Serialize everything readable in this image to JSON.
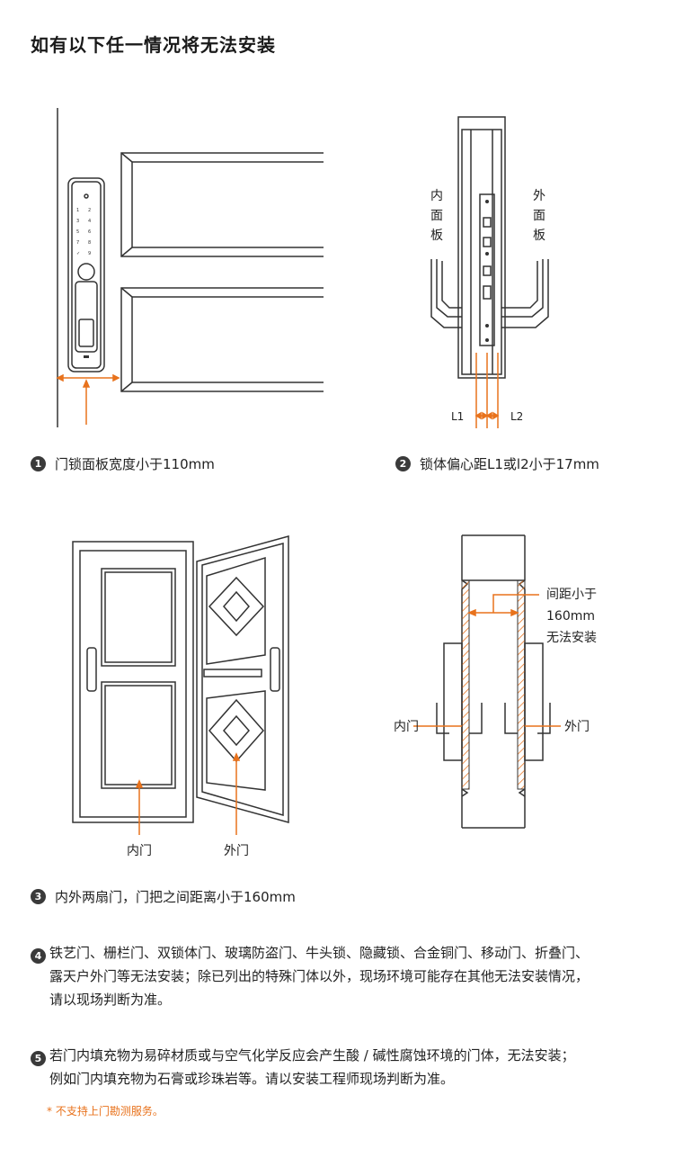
{
  "title": "如有以下任一情况将无法安装",
  "figure1": {
    "caption_num": "1",
    "caption": "门锁面板宽度小于110mm"
  },
  "figure2": {
    "caption_num": "2",
    "caption": "锁体偏心距L1或l2小于17mm",
    "inner_label": [
      "内",
      "面",
      "板"
    ],
    "outer_label": [
      "外",
      "面",
      "板"
    ],
    "l1": "L1",
    "l2": "L2"
  },
  "figure3": {
    "caption_num": "3",
    "caption": "内外两扇门，门把之间距离小于160mm",
    "inner_door": "内门",
    "outer_door": "外门"
  },
  "figure4": {
    "gap_label": [
      "间距小于",
      "160mm",
      "无法安装"
    ],
    "inner_door": "内门",
    "outer_door": "外门"
  },
  "item4": {
    "num": "4",
    "line1": "铁艺门、栅栏门、双锁体门、玻璃防盗门、牛头锁、隐藏锁、合金铜门、移动门、折叠门、",
    "line2": "露天户外门等无法安装；除已列出的特殊门体以外，现场环境可能存在其他无法安装情况，",
    "line3": "请以现场判断为准。"
  },
  "item5": {
    "num": "5",
    "line1": "若门内填充物为易碎材质或与空气化学反应会产生酸 / 碱性腐蚀环境的门体，无法安装；",
    "line2": "例如门内填充物为石膏或珍珠岩等。请以安装工程师现场判断为准。"
  },
  "note": "* 不支持上门勘测服务。",
  "colors": {
    "accent": "#e8721c",
    "line": "#333333"
  }
}
